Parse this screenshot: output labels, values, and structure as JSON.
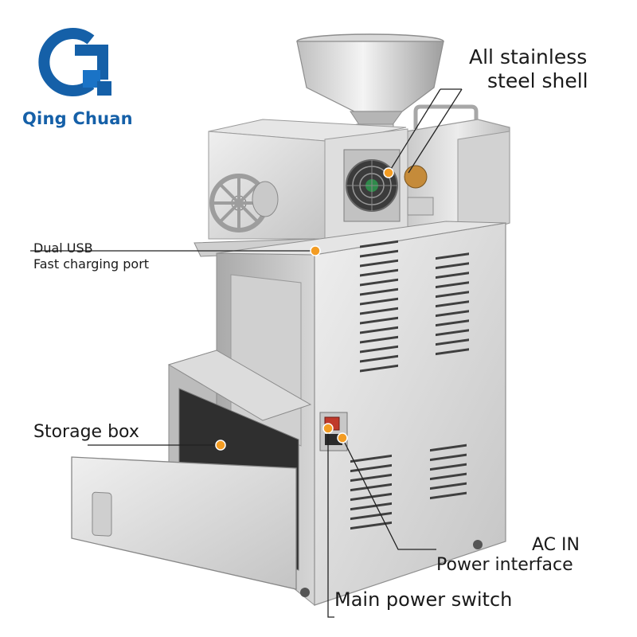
{
  "brand": {
    "name": "Qing Chuan",
    "primary_color": "#1560a8",
    "accent_color": "#1a73c6"
  },
  "product": {
    "body_color": "#dcdcdc",
    "marker_color": "#f39c23"
  },
  "callouts": {
    "shell_line1": "All stainless",
    "shell_line2": "steel shell",
    "usb_line1": "Dual USB",
    "usb_line2": "Fast charging port",
    "storage": "Storage box",
    "ac_line1": "AC IN",
    "ac_line2": "Power interface",
    "switch": "Main power switch"
  }
}
